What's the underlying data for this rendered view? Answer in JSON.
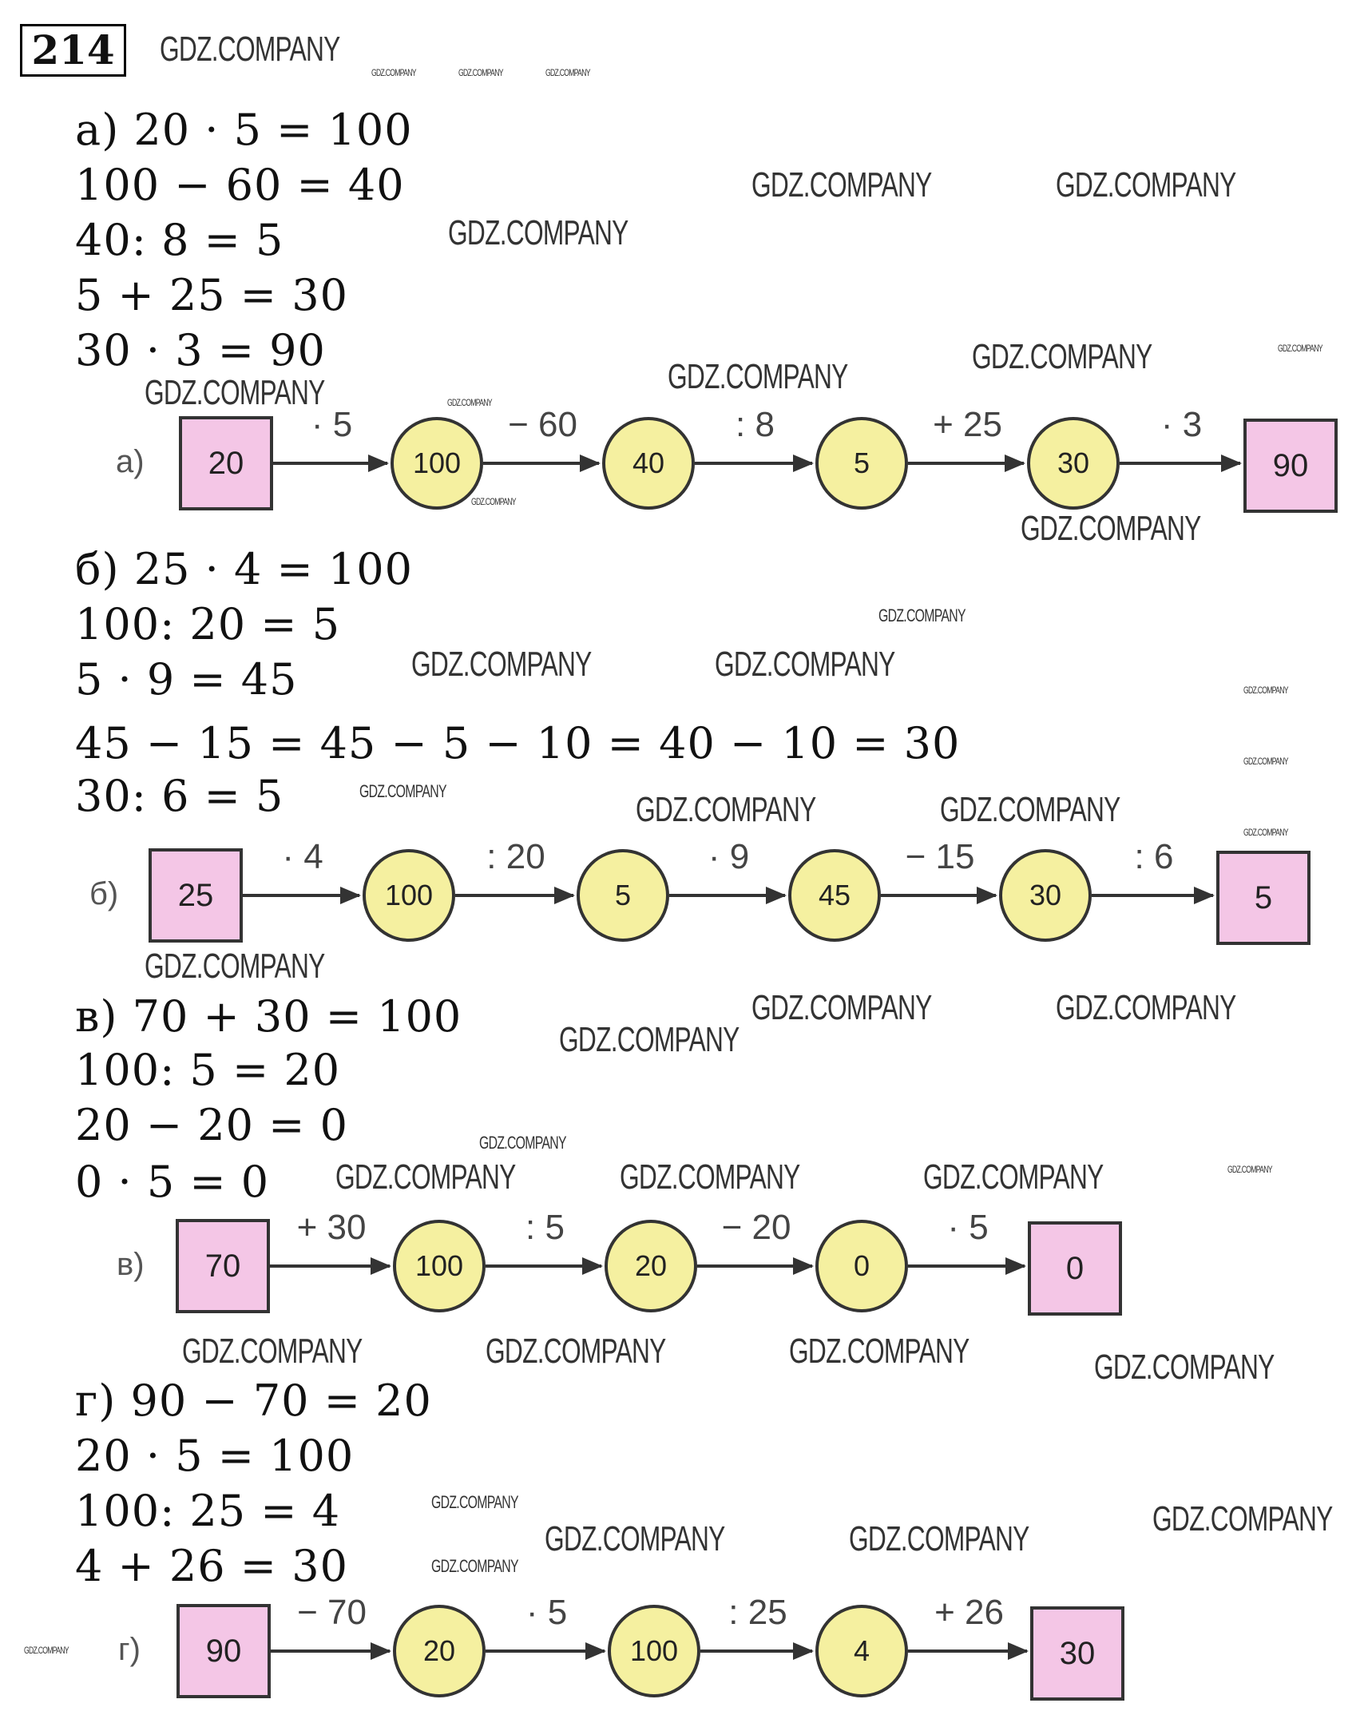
{
  "problem_number": "214",
  "watermark": "GDZ.COMPANY",
  "parts": [
    {
      "label": "а)",
      "equations": [
        "а) 20 · 5 = 100",
        "100 − 60 = 40",
        "40: 8 = 5",
        "5 + 25 = 30",
        "30 · 3 = 90"
      ],
      "diagram": {
        "label": "а)",
        "start": "20",
        "ops": [
          "· 5",
          "− 60",
          ": 8",
          "+ 25",
          "· 3"
        ],
        "nodes": [
          "100",
          "40",
          "5",
          "30"
        ],
        "end": "90"
      }
    },
    {
      "label": "б)",
      "equations": [
        "б) 25 · 4 = 100",
        "100: 20 = 5",
        "5 · 9 = 45",
        "45 − 15 = 45 − 5 − 10 = 40 − 10 = 30",
        "30: 6 = 5"
      ],
      "diagram": {
        "label": "б)",
        "start": "25",
        "ops": [
          "· 4",
          ": 20",
          "· 9",
          "− 15",
          ": 6"
        ],
        "nodes": [
          "100",
          "5",
          "45",
          "30"
        ],
        "end": "5"
      }
    },
    {
      "label": "в)",
      "equations": [
        "в) 70 + 30 = 100",
        "100: 5 = 20",
        "20 − 20 = 0",
        "0 · 5 = 0"
      ],
      "diagram": {
        "label": "в)",
        "start": "70",
        "ops": [
          "+ 30",
          ": 5",
          "− 20",
          "· 5"
        ],
        "nodes": [
          "100",
          "20",
          "0"
        ],
        "end": "0"
      }
    },
    {
      "label": "г)",
      "equations": [
        "г) 90 − 70 = 20",
        "20 · 5 = 100",
        "100: 25 = 4",
        "4 + 26 = 30"
      ],
      "diagram": {
        "label": "г)",
        "start": "90",
        "ops": [
          "− 70",
          "· 5",
          ": 25",
          "+ 26"
        ],
        "nodes": [
          "20",
          "100",
          "4"
        ],
        "end": "30"
      }
    }
  ]
}
